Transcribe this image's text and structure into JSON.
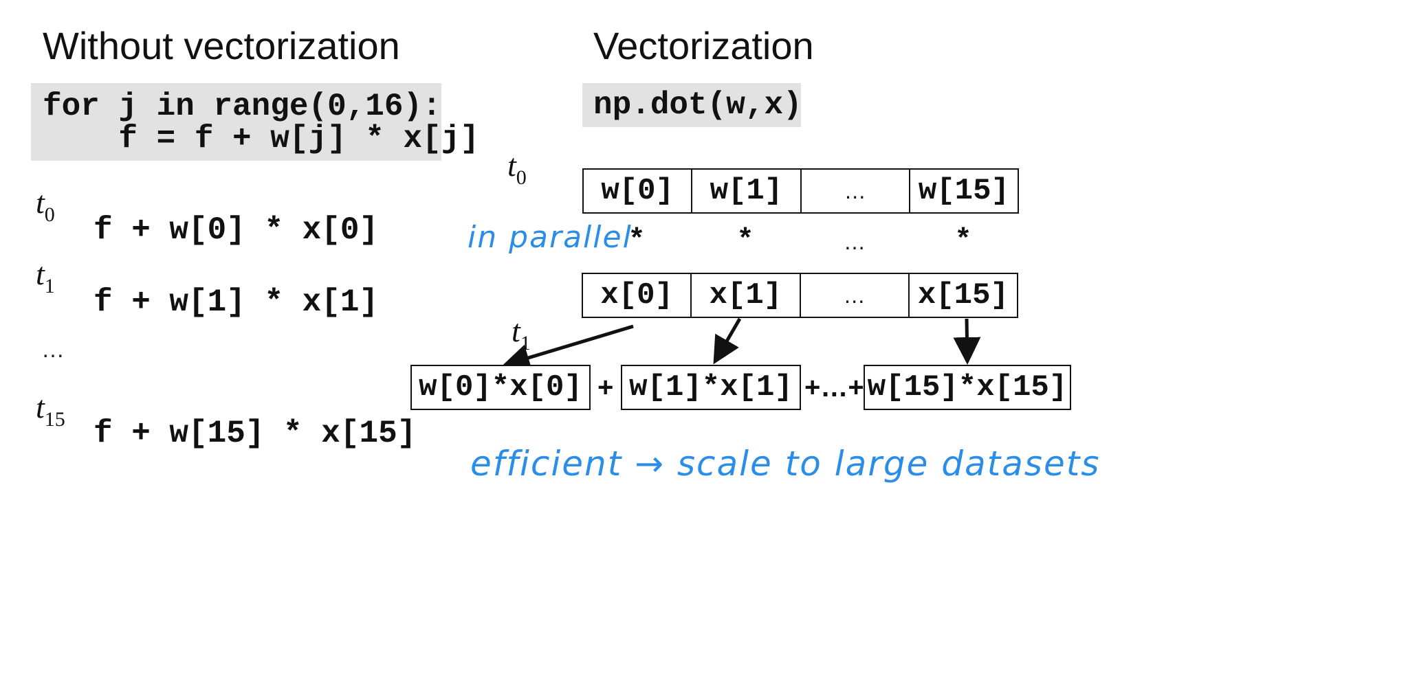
{
  "left": {
    "title": "Without vectorization",
    "code_line1": "for j in range(0,16):",
    "code_line2": "    f = f + w[j] * x[j]",
    "steps": [
      {
        "t_base": "t",
        "t_sub": "0",
        "expr": "f + w[0] * x[0]"
      },
      {
        "t_base": "t",
        "t_sub": "1",
        "expr": "f + w[1] * x[1]"
      },
      {
        "t_base": "t",
        "t_sub": "15",
        "expr": "f + w[15] * x[15]"
      }
    ],
    "ellipsis": "…"
  },
  "right": {
    "title": "Vectorization",
    "code": "np.dot(w,x)",
    "t0_base": "t",
    "t0_sub": "0",
    "t1_base": "t",
    "t1_sub": "1",
    "w_cells": [
      "w[0]",
      "w[1]",
      "…",
      "w[15]"
    ],
    "x_cells": [
      "x[0]",
      "x[1]",
      "…",
      "x[15]"
    ],
    "operators": [
      "*",
      "*",
      "…",
      "*"
    ],
    "products": [
      "w[0]*x[0]",
      "w[1]*x[1]",
      "w[15]*x[15]"
    ],
    "plus1": "+",
    "plus2": "+…+",
    "annotation_parallel": "in parallel",
    "annotation_efficient": "efficient → scale to large datasets"
  },
  "colors": {
    "code_background": "#e2e2e2",
    "handwriting": "#2a8de8",
    "ink": "#111111"
  }
}
